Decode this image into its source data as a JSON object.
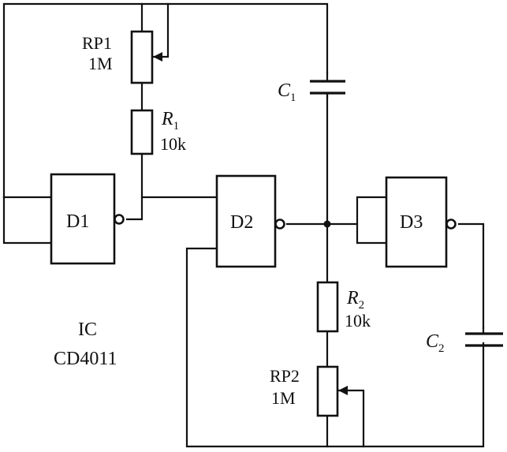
{
  "components": {
    "rp1": {
      "name": "RP1",
      "value": "1M"
    },
    "r1": {
      "name": "R",
      "sub": "1",
      "value": "10k"
    },
    "c1": {
      "name": "C",
      "sub": "1"
    },
    "r2": {
      "name": "R",
      "sub": "2",
      "value": "10k"
    },
    "rp2": {
      "name": "RP2",
      "value": "1M"
    },
    "c2": {
      "name": "C",
      "sub": "2"
    }
  },
  "gates": {
    "d1": "D1",
    "d2": "D2",
    "d3": "D3"
  },
  "ic": {
    "line1": "IC",
    "line2": "CD4011"
  }
}
